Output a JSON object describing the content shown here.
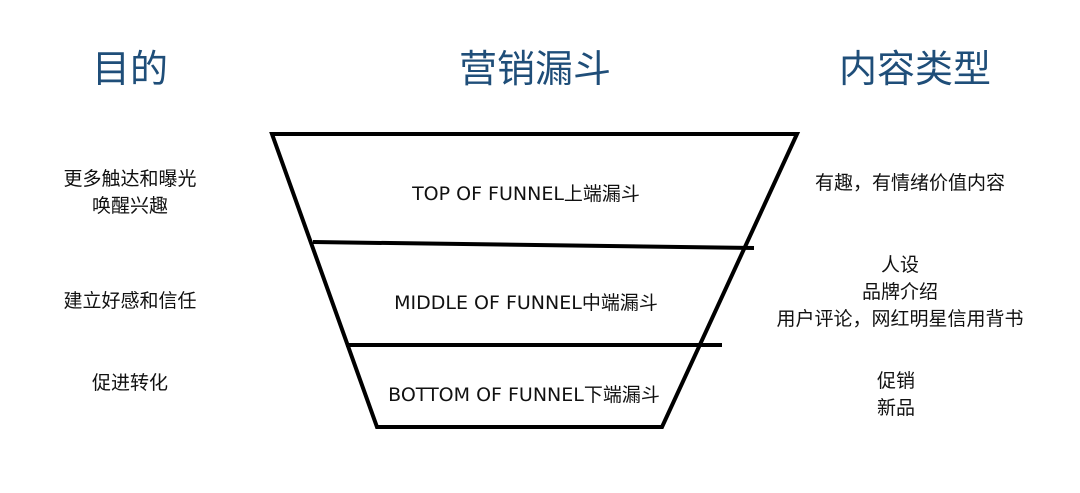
{
  "headings": {
    "purpose": "目的",
    "funnel": "营销漏斗",
    "content_type": "内容类型"
  },
  "stages": [
    {
      "label": "TOP OF FUNNEL上端漏斗",
      "purpose": [
        "更多触达和曝光",
        "唤醒兴趣"
      ],
      "content": [
        "有趣，有情绪价值内容"
      ]
    },
    {
      "label": "MIDDLE OF FUNNEL中端漏斗",
      "purpose": [
        "建立好感和信任"
      ],
      "content": [
        "人设",
        "品牌介绍",
        "用户评论，网红明星信用背书"
      ]
    },
    {
      "label": "BOTTOM OF FUNNEL下端漏斗",
      "purpose": [
        "促进转化"
      ],
      "content": [
        "促销",
        "新品"
      ]
    }
  ],
  "colors": {
    "heading": "#1f4e79",
    "stroke": "#000000"
  }
}
